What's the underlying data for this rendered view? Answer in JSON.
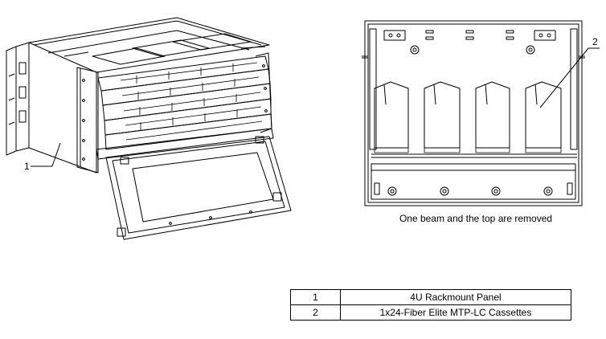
{
  "callouts": {
    "left": "1",
    "right": "2"
  },
  "caption": "One beam and the top are removed",
  "legend": [
    {
      "num": "1",
      "desc": "4U Rackmount Panel"
    },
    {
      "num": "2",
      "desc": "1x24-Fiber Elite MTP-LC Cassettes"
    }
  ]
}
